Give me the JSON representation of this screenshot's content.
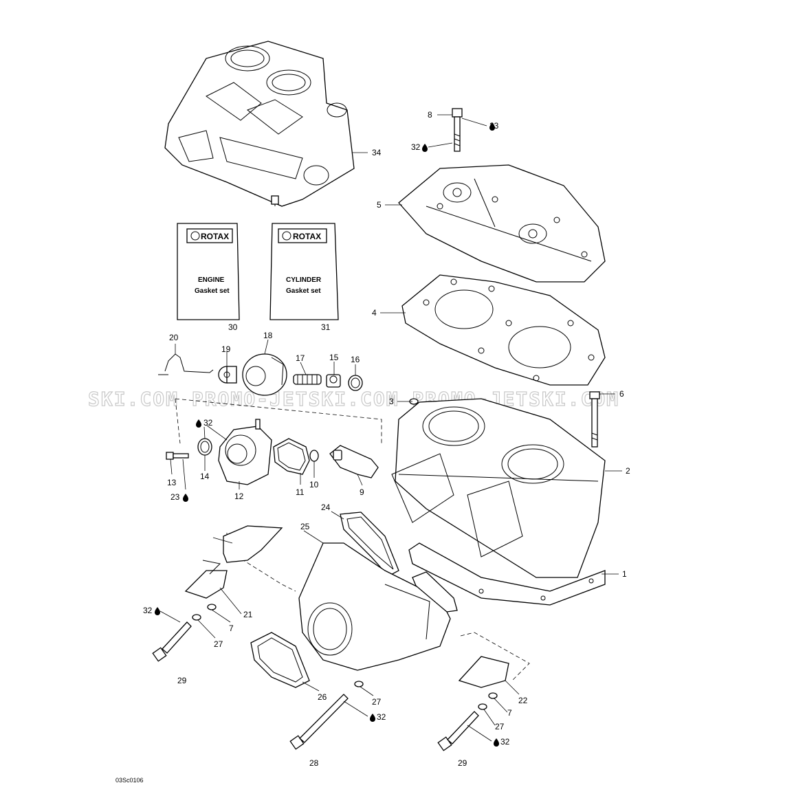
{
  "diagram": {
    "figure_code": "03Sc0106",
    "watermark": "SKI.COM  PROMO-JETSKI.COM  PROMO-JETSKI.COM",
    "kits": [
      {
        "brand": "ROTAX",
        "line1": "ENGINE",
        "line2": "Gasket set",
        "number": "30"
      },
      {
        "brand": "ROTAX",
        "line1": "CYLINDER",
        "line2": "Gasket set",
        "number": "31"
      }
    ],
    "callouts": {
      "c1": "1",
      "c2": "2",
      "c3": "3",
      "c4": "4",
      "c5": "5",
      "c6": "6",
      "c7a": "7",
      "c7b": "7",
      "c8": "8",
      "c9": "9",
      "c10": "10",
      "c11": "11",
      "c12": "12",
      "c13": "13",
      "c14": "14",
      "c15": "15",
      "c16": "16",
      "c17": "17",
      "c18": "18",
      "c19": "19",
      "c20": "20",
      "c21": "21",
      "c22": "22",
      "c23a": "23",
      "c23b": "23",
      "c24": "24",
      "c25": "25",
      "c26": "26",
      "c27a": "27",
      "c27b": "27",
      "c27c": "27",
      "c28": "28",
      "c29a": "29",
      "c29b": "29",
      "c32a": "32",
      "c32b": "32",
      "c32c": "32",
      "c32d": "32",
      "c32e": "32",
      "c34": "34"
    }
  }
}
